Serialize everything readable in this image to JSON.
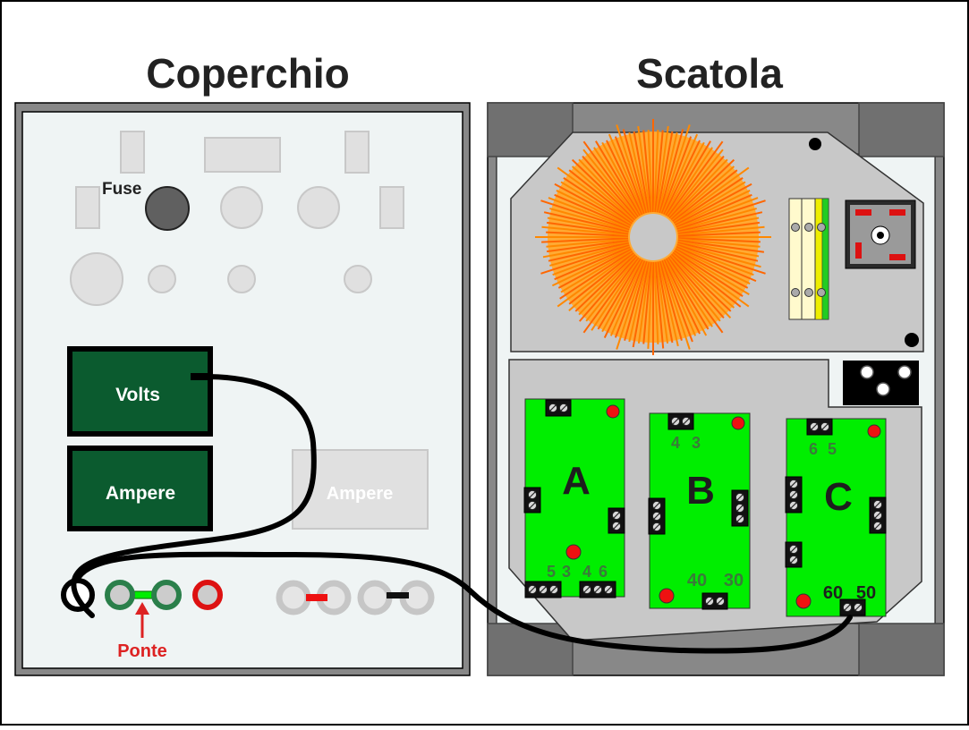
{
  "titles": {
    "lid": "Coperchio",
    "box": "Scatola"
  },
  "lid": {
    "fuse_label": "Fuse",
    "meters": {
      "volts": "Volts",
      "ampere": "Ampere",
      "ampere_ghost": "Ampere"
    },
    "bridge_label": "Ponte"
  },
  "boards": [
    {
      "letter": "A",
      "labels": [
        "5",
        "3",
        "4",
        "6"
      ]
    },
    {
      "letter": "B",
      "labels": [
        "4",
        "3",
        "40",
        "30"
      ]
    },
    {
      "letter": "C",
      "labels": [
        "6",
        "5",
        "60",
        "50"
      ]
    }
  ],
  "colors": {
    "board_green": "#00ee00",
    "meter_green": "#0b5b2f",
    "toroid_orange": "#ff6600",
    "panel_gray": "#c8c8c8",
    "cable": "#000000",
    "bridge_red": "#dd2222"
  }
}
